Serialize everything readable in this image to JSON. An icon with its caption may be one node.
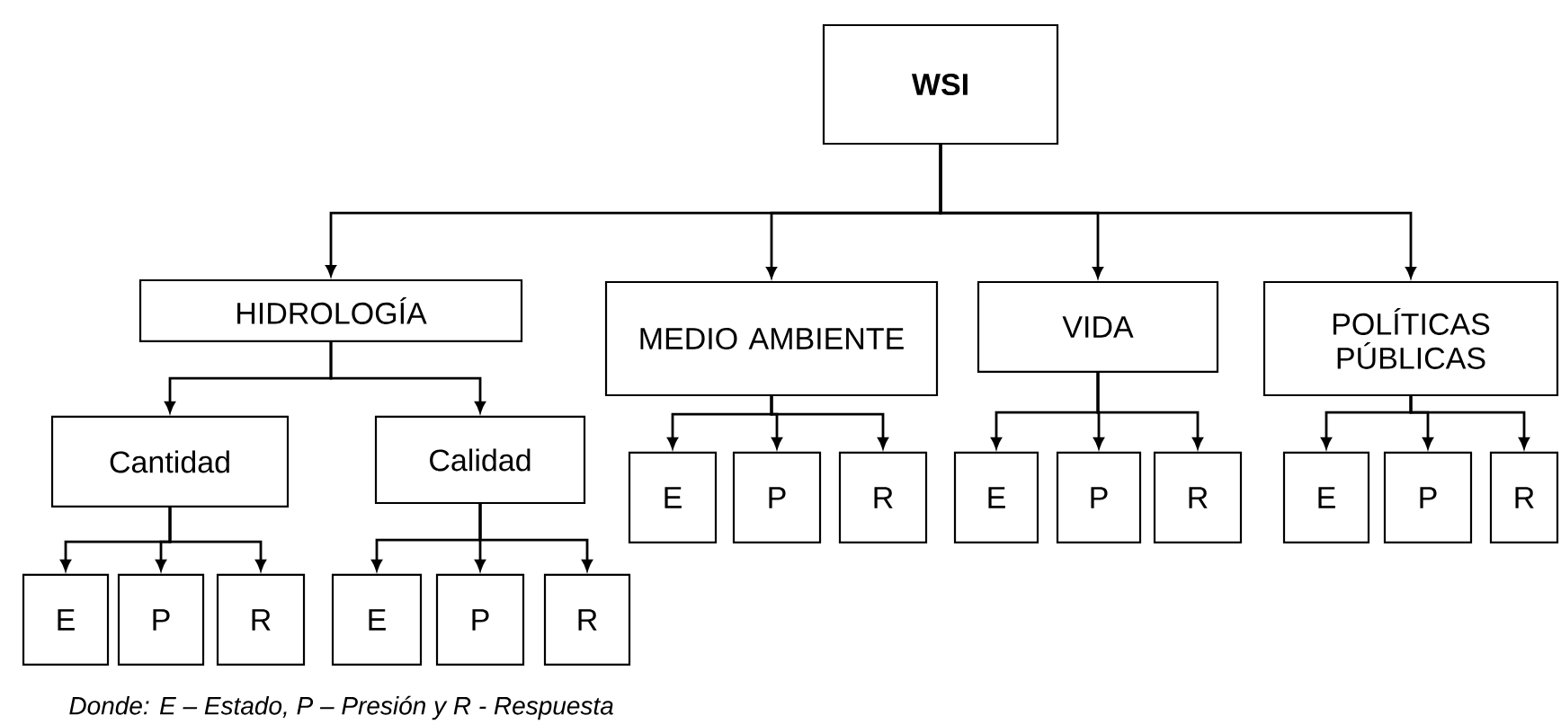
{
  "diagram": {
    "nodes": [
      {
        "text": [
          "WSI"
        ]
      },
      {
        "text": [
          "HIDROLOGÍA"
        ]
      },
      {
        "text": [
          "MEDIO AMBIENTE"
        ]
      },
      {
        "text": [
          "VIDA"
        ]
      },
      {
        "text": [
          "POLÍTICAS PÚBLICAS"
        ]
      },
      {
        "text": [
          "Cantidad"
        ]
      },
      {
        "text": [
          "Calidad"
        ]
      },
      {
        "text": [
          "E"
        ]
      },
      {
        "text": [
          "P"
        ]
      },
      {
        "text": [
          "R"
        ]
      },
      {
        "text": [
          "E"
        ]
      },
      {
        "text": [
          "P"
        ]
      },
      {
        "text": [
          "R"
        ]
      },
      {
        "text": [
          "E"
        ]
      },
      {
        "text": [
          "P"
        ]
      },
      {
        "text": [
          "R"
        ]
      },
      {
        "text": [
          "E"
        ]
      },
      {
        "text": [
          "P"
        ]
      },
      {
        "text": [
          "R"
        ]
      },
      {
        "text": [
          "E"
        ]
      },
      {
        "text": [
          "P"
        ]
      },
      {
        "text": [
          "R"
        ]
      }
    ],
    "edges": [
      {
        "from": 0,
        "to": 1,
        "arrow": "to"
      },
      {
        "from": 0,
        "to": 2,
        "arrow": "to"
      },
      {
        "from": 0,
        "to": 3,
        "arrow": "to"
      },
      {
        "from": 0,
        "to": 4,
        "arrow": "to"
      },
      {
        "from": 1,
        "to": 5,
        "arrow": "to"
      },
      {
        "from": 1,
        "to": 6,
        "arrow": "to"
      },
      {
        "from": 2,
        "to": 7,
        "arrow": "to"
      },
      {
        "from": 2,
        "to": 8,
        "arrow": "to"
      },
      {
        "from": 2,
        "to": 9,
        "arrow": "to"
      },
      {
        "from": 3,
        "to": 10,
        "arrow": "to"
      },
      {
        "from": 3,
        "to": 11,
        "arrow": "to"
      },
      {
        "from": 3,
        "to": 12,
        "arrow": "to"
      },
      {
        "from": 4,
        "to": 13,
        "arrow": "to"
      },
      {
        "from": 4,
        "to": 14,
        "arrow": "to"
      },
      {
        "from": 4,
        "to": 15,
        "arrow": "to"
      },
      {
        "from": 5,
        "to": 16,
        "arrow": "to"
      },
      {
        "from": 5,
        "to": 17,
        "arrow": "to"
      },
      {
        "from": 5,
        "to": 18,
        "arrow": "to"
      },
      {
        "from": 6,
        "to": 19,
        "arrow": "to"
      },
      {
        "from": 6,
        "to": 20,
        "arrow": "to"
      },
      {
        "from": 6,
        "to": 21,
        "arrow": "to"
      }
    ],
    "labels": [
      "Donde: E – Estado, P – Presión y R - Respuesta"
    ]
  }
}
